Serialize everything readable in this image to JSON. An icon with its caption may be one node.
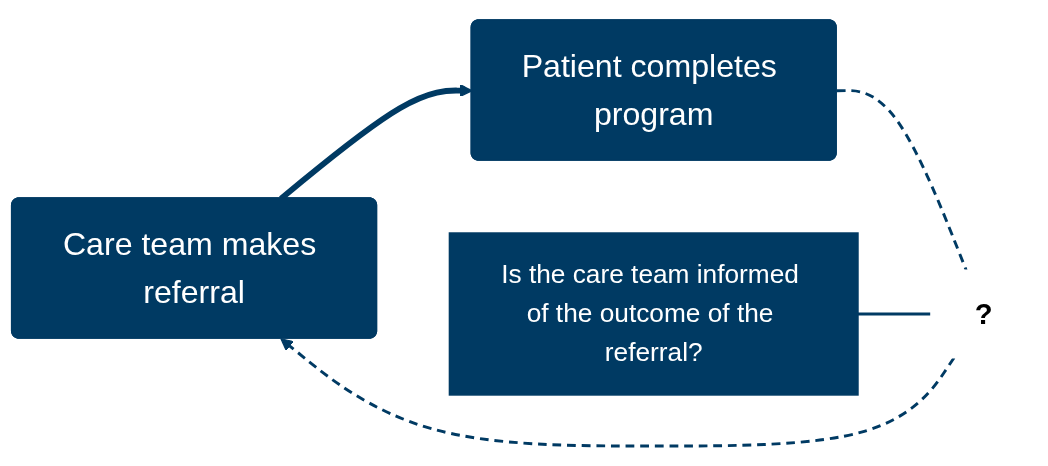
{
  "diagram": {
    "nodes": [
      {
        "text": [
          "Care team makes referral"
        ]
      },
      {
        "text": [
          "Patient completes program"
        ]
      },
      {
        "text": [
          "?"
        ]
      },
      {
        "text": [
          "Is the care team informed of the outcome of the referral?"
        ]
      }
    ],
    "edges": [
      {
        "from": 0,
        "to": 1,
        "arrow": "to",
        "style": "thick"
      },
      {
        "from": 1,
        "to": 2,
        "arrow": "none",
        "style": "dashed"
      },
      {
        "from": 2,
        "to": 0,
        "arrow": "to",
        "style": "dashed"
      },
      {
        "from": 3,
        "to": 2,
        "arrow": "none"
      }
    ]
  }
}
